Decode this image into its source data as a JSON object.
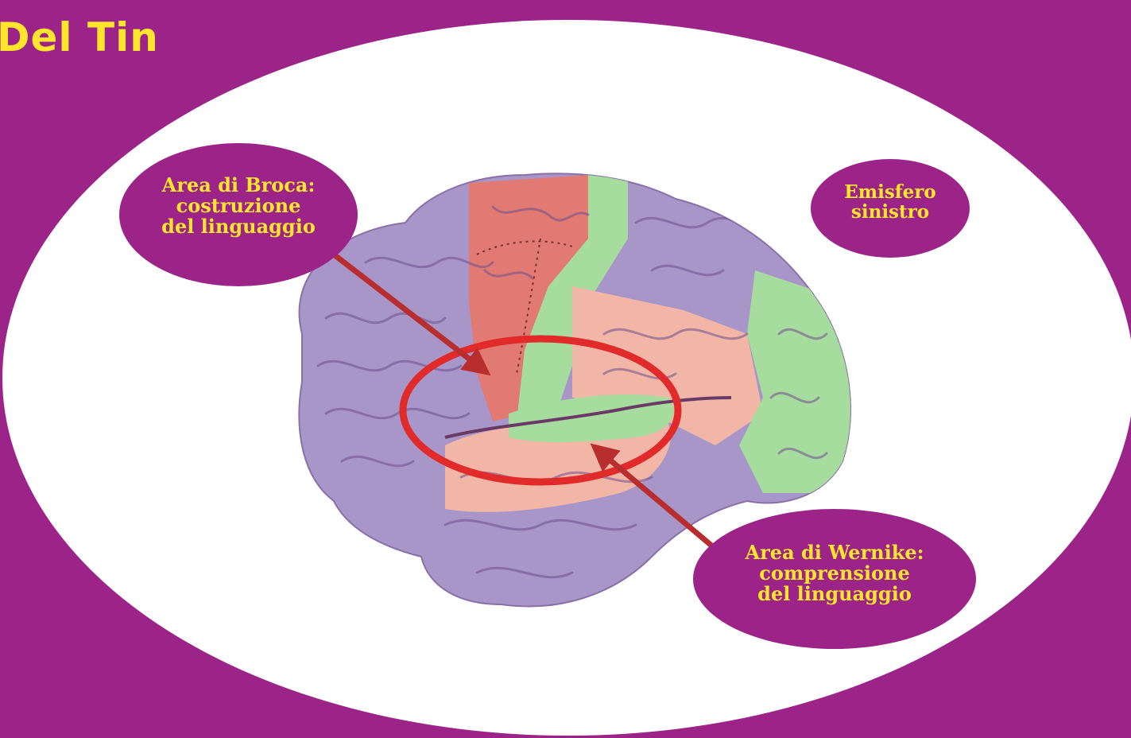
{
  "header": {
    "title": "Del Tin"
  },
  "labels": {
    "broca": {
      "line1": "Area di Broca:",
      "line2": "costruzione",
      "line3": "del linguaggio"
    },
    "hemisphere": {
      "line1": "Emisfero",
      "line2": "sinistro"
    },
    "wernicke": {
      "line1": "Area di Wernike:",
      "line2": "comprensione",
      "line3": "del linguaggio"
    }
  },
  "colors": {
    "background": "#9c2489",
    "label_text": "#ffe62a",
    "bubble": "#9c2489",
    "arrow": "#b82e2e",
    "highlight_ring": "#e12a2a",
    "brain_violet": "#a896c8",
    "brain_red": "#e07a73",
    "brain_pink": "#f1b6a6",
    "brain_green": "#a7dc9f"
  }
}
